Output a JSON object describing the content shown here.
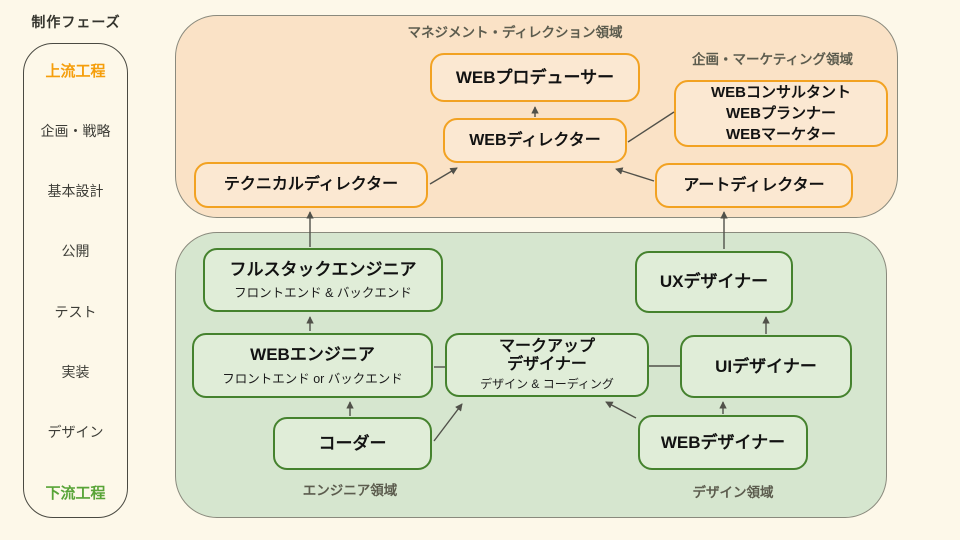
{
  "page": {
    "background": "#FDF8E9"
  },
  "sidebar": {
    "title": "制作フェーズ",
    "items": [
      {
        "label": "上流工程",
        "emphasis": "orange"
      },
      {
        "label": "企画・戦略"
      },
      {
        "label": "基本設計"
      },
      {
        "label": "公開"
      },
      {
        "label": "テスト"
      },
      {
        "label": "実装"
      },
      {
        "label": "デザイン"
      },
      {
        "label": "下流工程",
        "emphasis": "green"
      }
    ]
  },
  "regions": {
    "management": {
      "label": "マネジメント・ディレクション領域",
      "sublabel": "企画・マーケティング領域",
      "fill": "#FAE2C6",
      "accent": "#F2A222"
    },
    "production": {
      "engineer_label": "エンジニア領域",
      "design_label": "デザイン領域",
      "fill": "#D6E6CF",
      "accent": "#45822E"
    }
  },
  "nodes": {
    "producer": {
      "title": "WEBプロデューサー"
    },
    "consultant": {
      "lines": [
        "WEBコンサルタント",
        "WEBプランナー",
        "WEBマーケター"
      ]
    },
    "director": {
      "title": "WEBディレクター"
    },
    "technical_director": {
      "title": "テクニカルディレクター"
    },
    "art_director": {
      "title": "アートディレクター"
    },
    "fullstack_engineer": {
      "title": "フルスタックエンジニア",
      "subtitle": "フロントエンド & バックエンド"
    },
    "ux_designer": {
      "title": "UXデザイナー"
    },
    "web_engineer": {
      "title": "WEBエンジニア",
      "subtitle": "フロントエンド or バックエンド"
    },
    "markup_designer": {
      "line1": "マークアップ",
      "line2": "デザイナー",
      "subtitle": "デザイン & コーディング"
    },
    "ui_designer": {
      "title": "UIデザイナー"
    },
    "coder": {
      "title": "コーダー"
    },
    "web_designer": {
      "title": "WEBデザイナー"
    }
  }
}
